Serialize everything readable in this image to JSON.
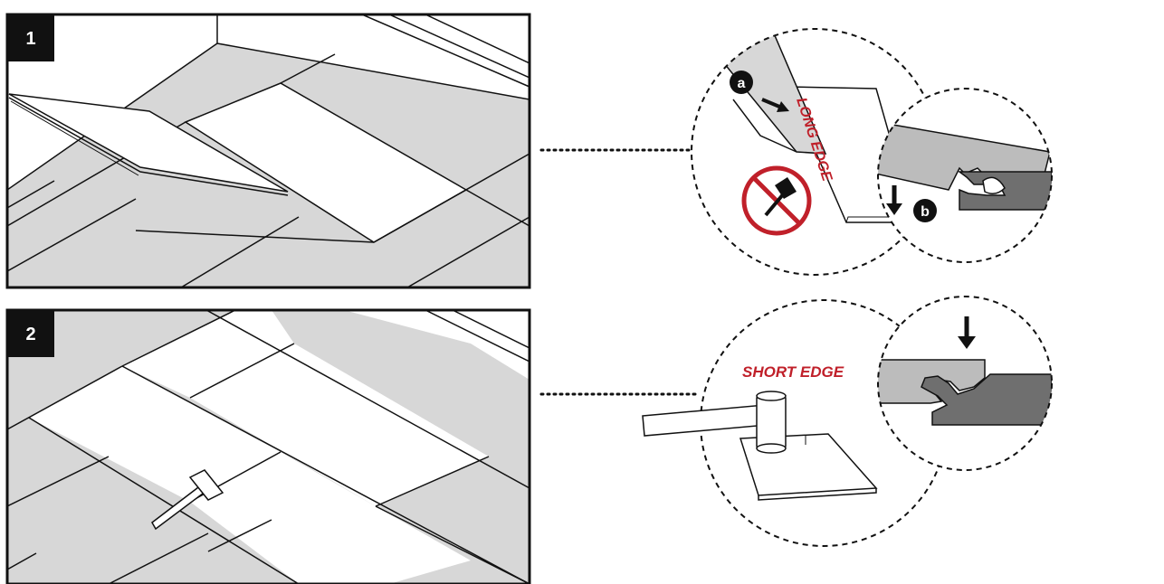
{
  "steps": [
    {
      "number": "1",
      "callout": {
        "edge_label": "LONG EDGE",
        "badge_a": "a",
        "badge_b": "b",
        "prohibited_tool": "hammer"
      }
    },
    {
      "number": "2",
      "callout": {
        "edge_label": "SHORT EDGE"
      }
    }
  ],
  "colors": {
    "floor_gray": "#d7d7d7",
    "plank_white": "#ffffff",
    "accent_red": "#c0202a",
    "line_black": "#111111",
    "profile_gray": "#bcbcbc",
    "profile_dark": "#6f6f6f"
  }
}
